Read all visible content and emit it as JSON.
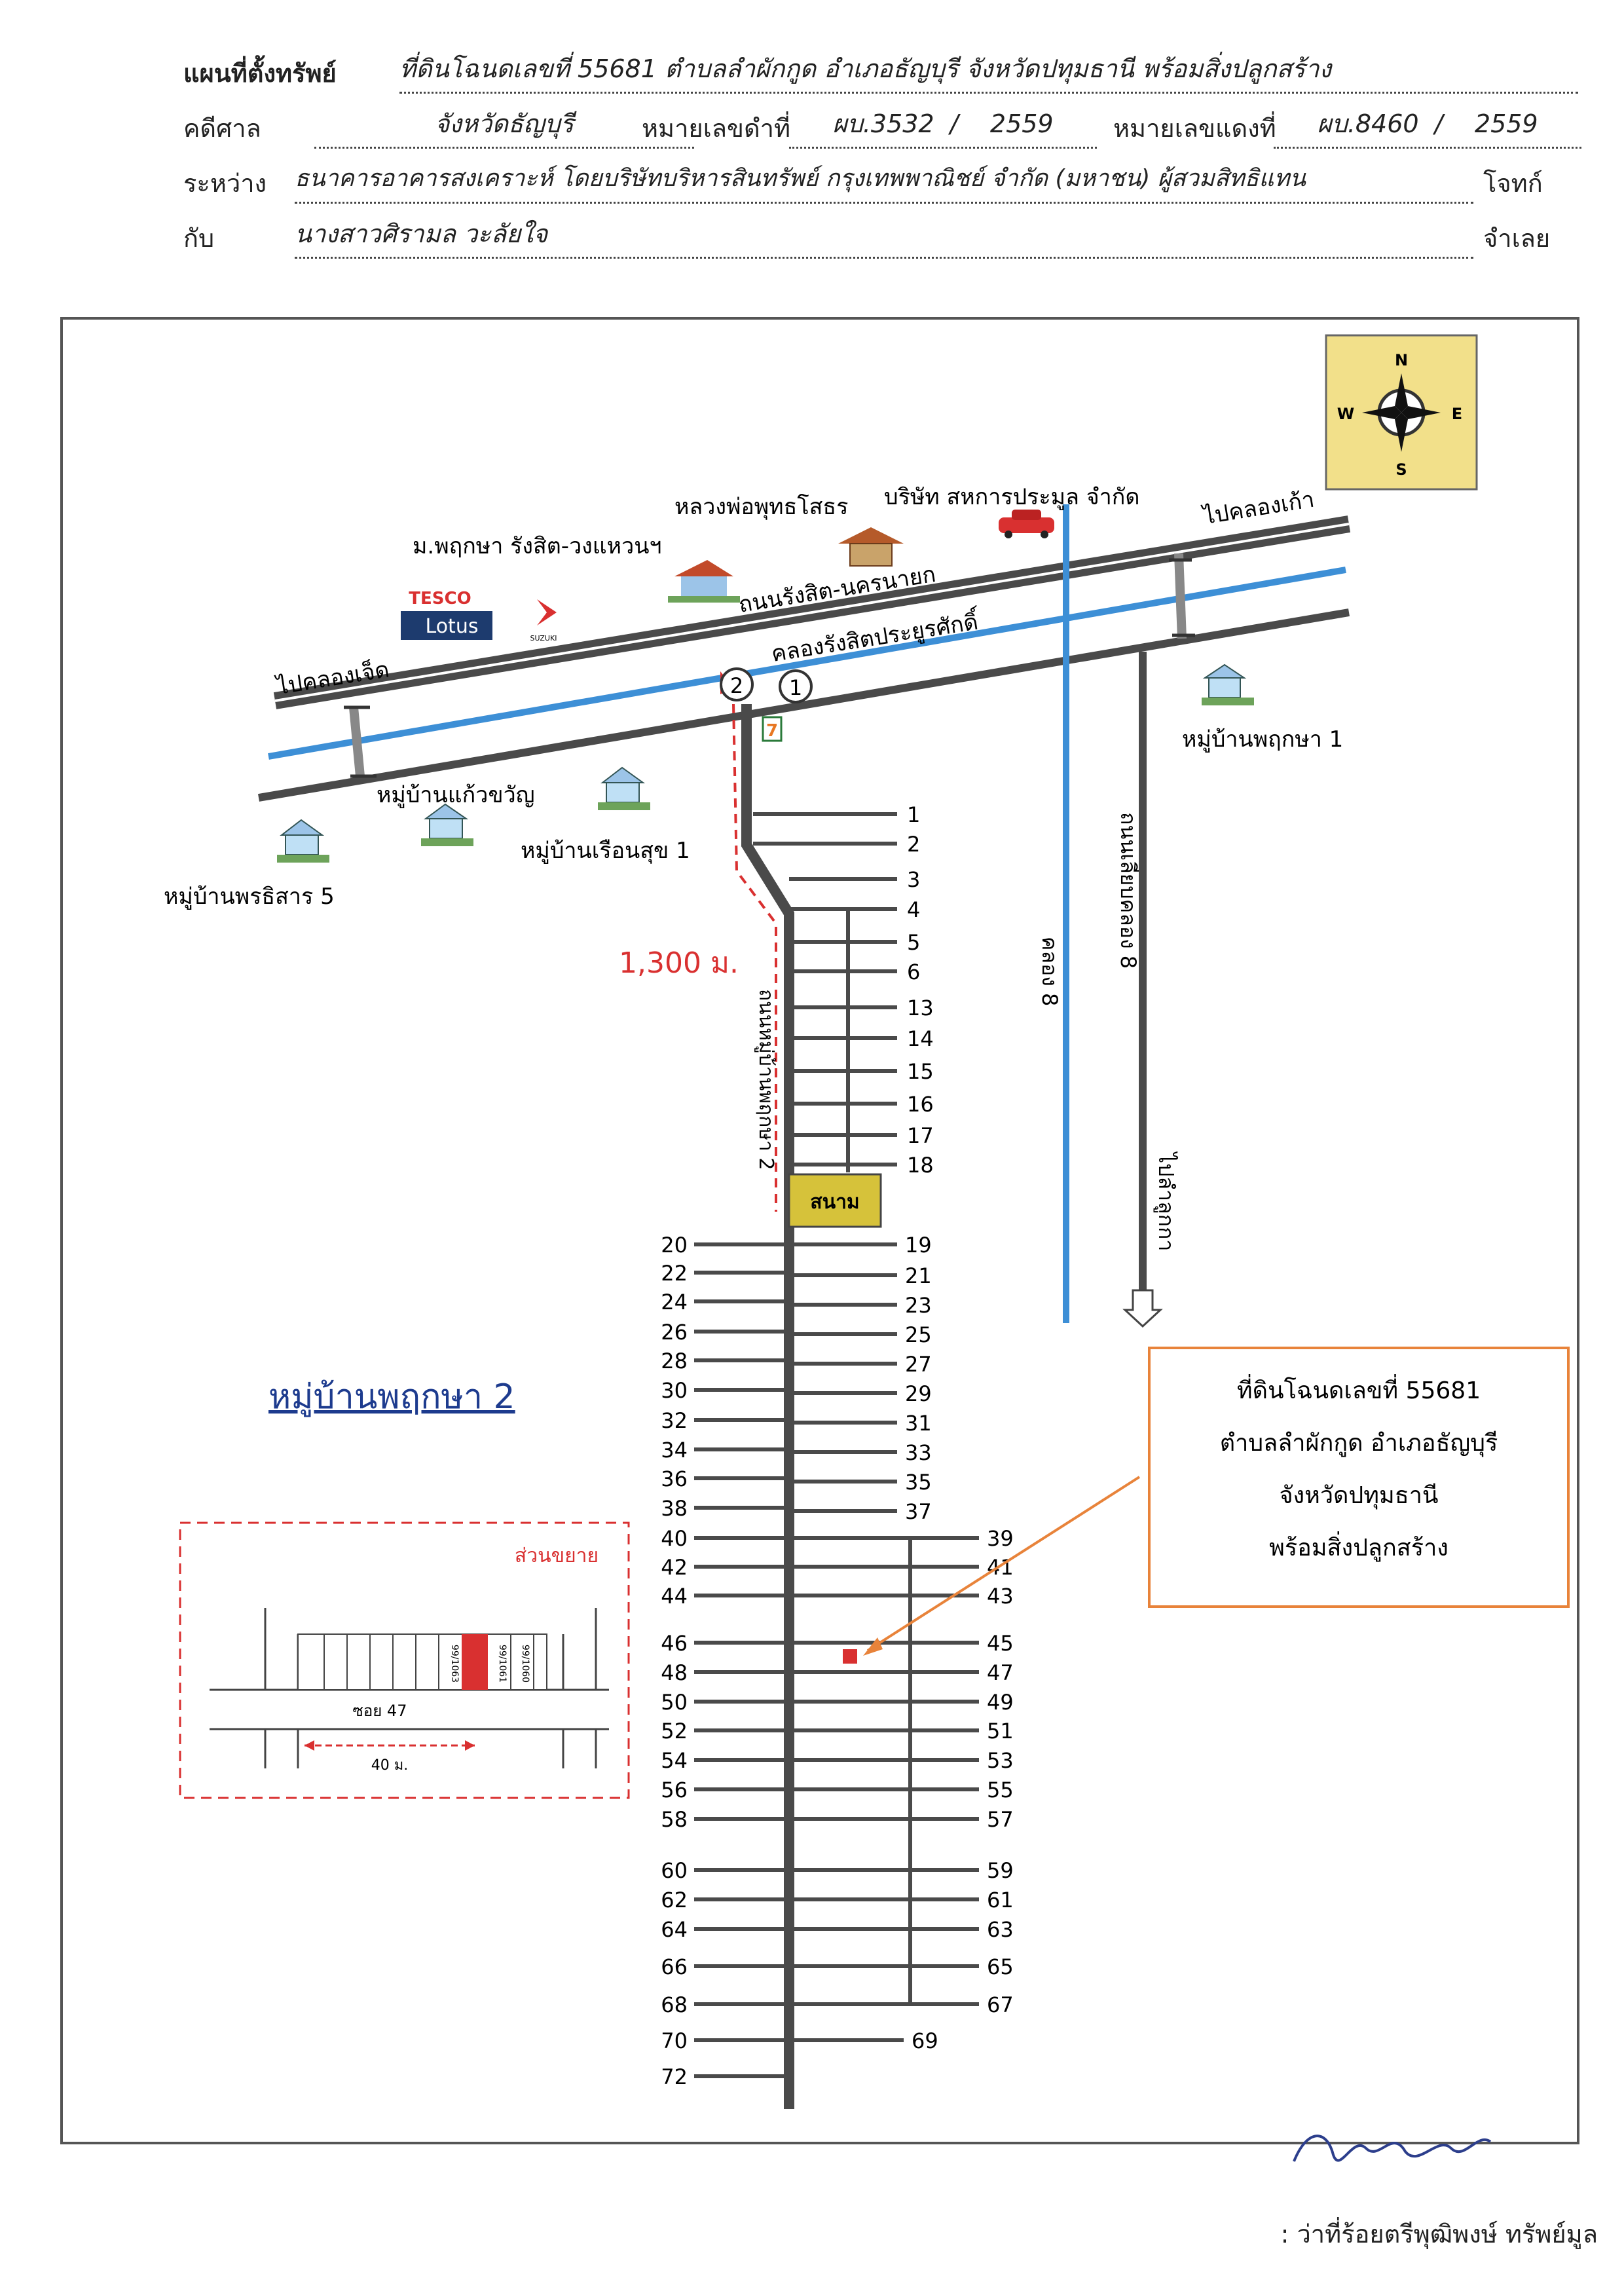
{
  "header": {
    "title_label": "แผนที่ตั้งทรัพย์",
    "title_value": "ที่ดินโฉนดเลขที่ 55681 ตำบลลำผักกูด อำเภอธัญบุรี จังหวัดปทุมธานี พร้อมสิ่งปลูกสร้าง",
    "court_label": "คดีศาล",
    "court_value": "จังหวัดธัญบุรี",
    "black_case_label": "หมายเลขดำที่",
    "black_case_value": "ผบ.3532",
    "black_case_slash": "/",
    "black_case_year": "2559",
    "red_case_label": "หมายเลขแดงที่",
    "red_case_value": "ผบ.8460",
    "red_case_slash": "/",
    "red_case_year": "2559",
    "between_label": "ระหว่าง",
    "plaintiff": "ธนาคารอาคารสงเคราะห์ โดยบริษัทบริหารสินทรัพย์ กรุงเทพพาณิชย์ จำกัด (มหาชน) ผู้สวมสิทธิแทน",
    "plaintiff_role": "โจทก์",
    "with_label": "กับ",
    "defendant": "นางสาวศิรามล วะลัยใจ",
    "defendant_role": "จำเลย"
  },
  "compass": {
    "n": "N",
    "s": "S",
    "e": "E",
    "w": "W"
  },
  "map_labels": {
    "to_khlong_7": "ไปคลองเจ็ด",
    "to_khlong_9": "ไปคลองเก้า",
    "university": "ม.พฤกษา รังสิต-วงแหวนฯ",
    "temple": "หลวงพ่อพุทธโสธร",
    "company": "บริษัท สหการประมูล จำกัด",
    "main_road": "ถนนรังสิต-นครนายก",
    "canal": "คลองรังสิตประยูรศักดิ์",
    "tesco": "TESCO",
    "lotus": "Lotus",
    "suzuki": "SUZUKI",
    "v_pruksa1": "หมู่บ้านพฤกษา 1",
    "v_kaew": "หมู่บ้านแก้วขวัญ",
    "v_ruen": "หมู่บ้านเรือนสุข 1",
    "v_porn": "หมู่บ้านพรธิสาร 5",
    "distance": "1,300 ม.",
    "village_road": "ถนนหมู่บ้านพฤกษา 2",
    "khlong8": "คลอง 8",
    "road_khlong8": "ถนนเลียบคลอง 8",
    "to_lumlukka": "ไปลำลูกกา",
    "field": "สนาม",
    "village_main": "หมู่บ้านพฤกษา 2",
    "marker1": "1",
    "marker2": "2",
    "seven": "7",
    "callout_1": "ที่ดินโฉนดเลขที่ 55681",
    "callout_2": "ตำบลลำผักกูด อำเภอธัญบุรี",
    "callout_3": "จังหวัดปทุมธานี",
    "callout_4": "พร้อมสิ่งปลูกสร้าง",
    "inset_title": "ส่วนขยาย",
    "inset_soi": "ซอย 47",
    "inset_dist": "40 ม.",
    "inset_lot_a": "99/1063",
    "inset_lot_b": "99/1061",
    "inset_lot_c": "99/1060"
  },
  "streets_right_upper": [
    "1",
    "2",
    "3",
    "4",
    "5",
    "6",
    "13",
    "14",
    "15",
    "16",
    "17",
    "18"
  ],
  "streets_left": [
    "20",
    "22",
    "24",
    "26",
    "28",
    "30",
    "32",
    "34",
    "36",
    "38",
    "40",
    "42",
    "44",
    "46",
    "48",
    "50",
    "52",
    "54",
    "56",
    "58",
    "60",
    "62",
    "64",
    "66",
    "68",
    "70",
    "72"
  ],
  "streets_right_lower": [
    "19",
    "21",
    "23",
    "25",
    "27",
    "29",
    "31",
    "33",
    "35",
    "37",
    "39",
    "41",
    "43",
    "45",
    "47",
    "49",
    "51",
    "53",
    "55",
    "57",
    "59",
    "61",
    "63",
    "65",
    "67",
    "69"
  ],
  "footer": {
    "signer": ": ว่าที่ร้อยตรีพุฒิพงษ์ ทรัพย์มูล"
  },
  "colors": {
    "road": "#4a4a4a",
    "canal": "#3d8fd6",
    "compass_bg": "#f2e08a",
    "highlight": "#d93030",
    "callout_border": "#e8833a",
    "field_bg": "#d6c23a"
  }
}
